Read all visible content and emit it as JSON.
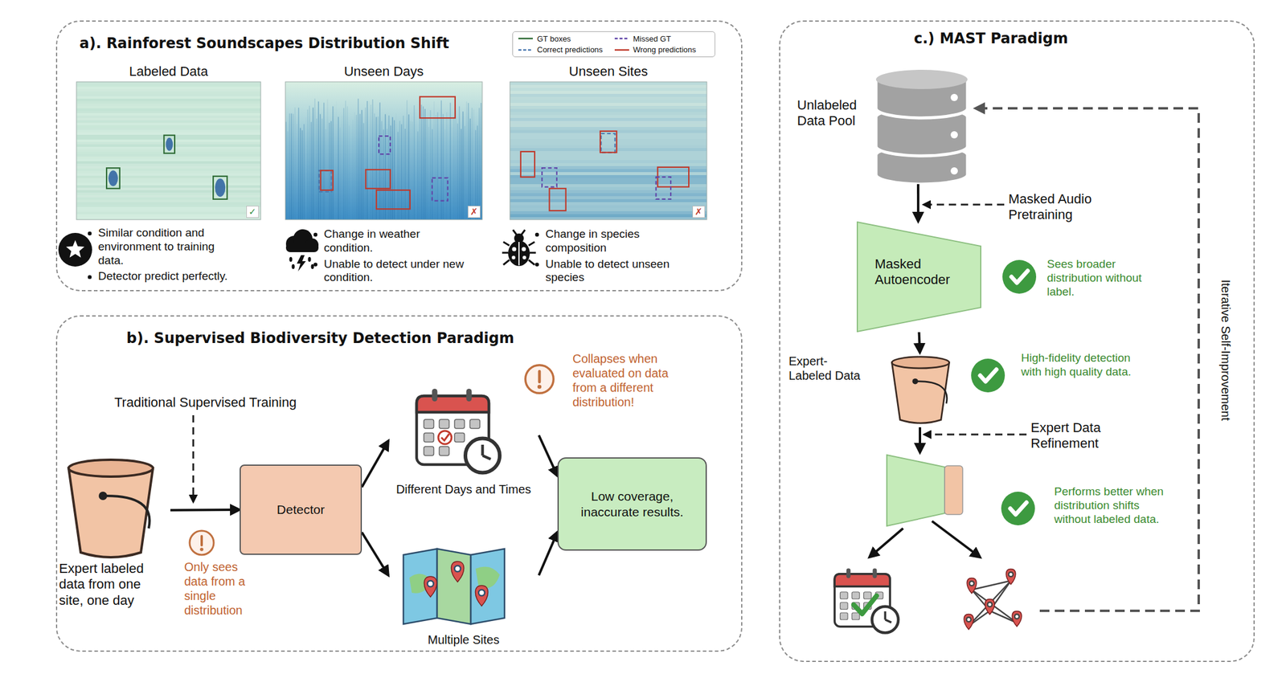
{
  "diagram": {
    "nodes": [
      {
        "text": [
          "a). Rainforest Soundscapes Distribution Shift"
        ]
      },
      {
        "text": [
          "Labeled Data",
          "✓"
        ],
        "in": 0
      },
      {
        "text": [
          "Unseen Days",
          "✗"
        ],
        "in": 0
      },
      {
        "text": [
          "Unseen Sites",
          "✗"
        ],
        "in": 0
      },
      {
        "text": [
          "b). Supervised Biodiversity Detection Paradigm"
        ]
      },
      {
        "text": [
          "Expert labeled data from one site, one day"
        ],
        "in": 4
      },
      {
        "text": [
          "Detector"
        ],
        "in": 4
      },
      {
        "text": [
          "Different Days and Times"
        ],
        "in": 4
      },
      {
        "text": [
          "Multiple Sites"
        ],
        "in": 4
      },
      {
        "text": [
          "Low coverage, inaccurate results."
        ],
        "in": 4
      },
      {
        "text": [
          "c.) MAST Paradigm"
        ]
      },
      {
        "text": [
          "Unlabeled Data Pool"
        ],
        "in": 10
      },
      {
        "text": [
          "Masked Autoencoder"
        ],
        "in": 10
      },
      {
        "text": [
          "Expert- Labeled Data"
        ],
        "in": 10
      }
    ],
    "edges": [
      {
        "from": 5,
        "to": 6,
        "arrow": "to"
      },
      {
        "from": 6,
        "to": 7,
        "arrow": "to"
      },
      {
        "from": 6,
        "to": 8,
        "arrow": "to"
      },
      {
        "from": 7,
        "to": 9,
        "arrow": "to"
      },
      {
        "from": 8,
        "to": 9,
        "arrow": "to"
      },
      {
        "from": 11,
        "to": 12,
        "arrow": "to"
      },
      {
        "from": 12,
        "to": 13,
        "arrow": "to"
      }
    ],
    "labels": [
      "Similar condition and environment to training data.",
      "Detector predict perfectly.",
      "Change in weather condition.",
      "Unable to detect under new condition.",
      "Change in species composition",
      "Unable to detect unseen species",
      "Traditional Supervised Training",
      "Only sees data from a single distribution",
      "Collapses when evaluated on data from a different distribution!",
      "Masked Audio Pretraining",
      "Sees broader distribution without label.",
      "High-fidelity detection with high quality data.",
      "Expert Data Refinement",
      "Performs better when distribution shifts without labeled data.",
      "Iterative Self-Improvement"
    ],
    "legend": [
      {
        "text": "GT boxes"
      },
      {
        "text": "Missed GT"
      },
      {
        "text": "Correct predictions"
      },
      {
        "text": "Wrong predictions"
      }
    ]
  }
}
